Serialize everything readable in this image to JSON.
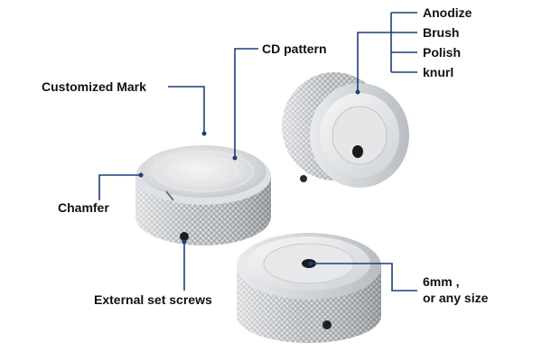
{
  "colors": {
    "leader_line": "#1f3d7a",
    "label_text": "#111111",
    "aluminum_light": "#eef0f2",
    "aluminum_mid": "#c9ccd0",
    "aluminum_dark": "#8e9296",
    "background": "#ffffff"
  },
  "labels": {
    "anodize": "Anodize",
    "brush": "Brush",
    "polish": "Polish",
    "knurl": "knurl",
    "cd_pattern": "CD pattern",
    "customized_mark": "Customized Mark",
    "chamfer": "Chamfer",
    "external_set_screws": "External set screws",
    "size_line1": "6mm ,",
    "size_line2": "or any size"
  },
  "objects": {
    "knob_left": "knurled-knob-with-cd-top",
    "knob_right_back": "knurled-knob-upright-with-center-hole",
    "knob_front": "knurled-knob-flat-with-center-hole"
  }
}
